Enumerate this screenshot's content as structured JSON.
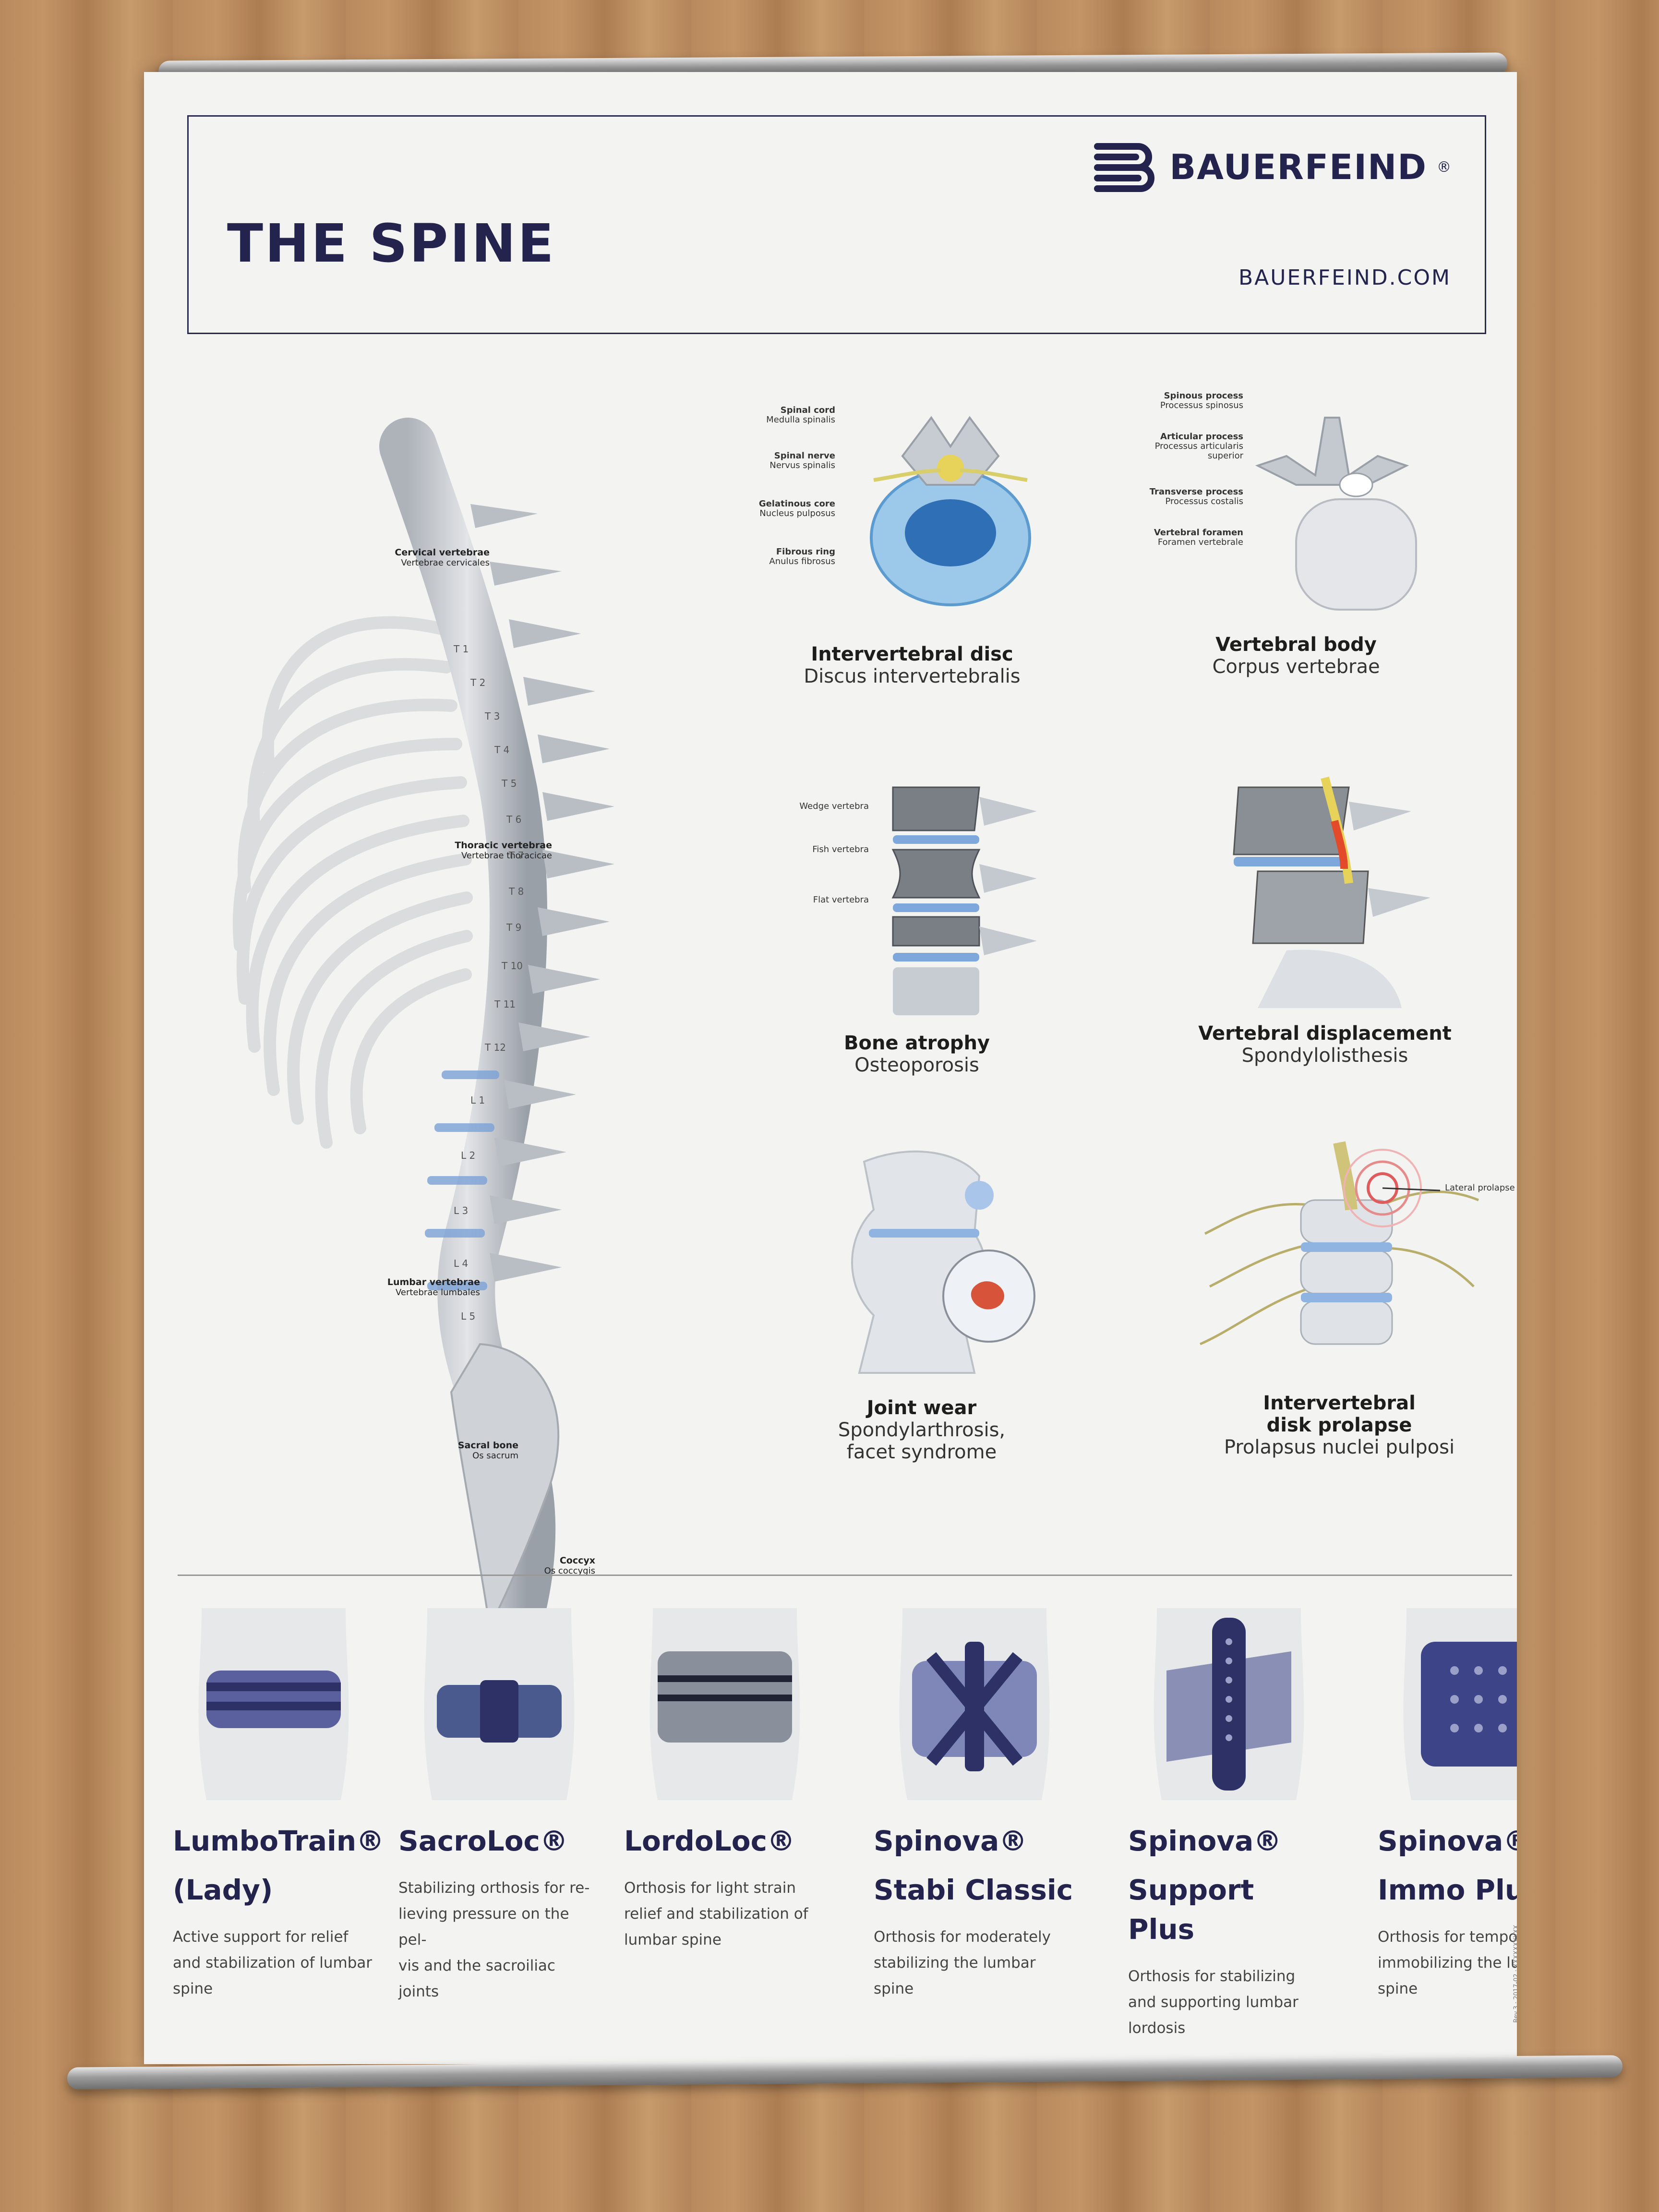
{
  "poster": {
    "title": "THE SPINE",
    "brand": "BAUERFEIND",
    "brand_mark": "®",
    "website": "BAUERFEIND.COM",
    "side_print": "Rev.3 · 2017-02 · XXXXXXXXXX"
  },
  "spine": {
    "labels": [
      {
        "en": "Cervical vertebrae",
        "la": "Vertebrae cervicales"
      },
      {
        "en": "Thoracic vertebrae",
        "la": "Vertebrae thoracicae"
      },
      {
        "en": "Lumbar vertebrae",
        "la": "Vertebrae lumbales"
      },
      {
        "en": "Sacral bone",
        "la": "Os sacrum"
      },
      {
        "en": "Coccyx",
        "la": "Os coccygis"
      }
    ],
    "vertebra_tags": [
      "T 1",
      "T 2",
      "T 3",
      "T 4",
      "T 5",
      "T 6",
      "T 7",
      "T 8",
      "T 9",
      "T 10",
      "T 11",
      "T 12",
      "L 1",
      "L 2",
      "L 3",
      "L 4",
      "L 5"
    ]
  },
  "panels": {
    "disc": {
      "title": "Intervertebral disc",
      "subtitle": "Discus intervertebralis",
      "callouts": [
        {
          "en": "Spinal cord",
          "la": "Medulla spinalis"
        },
        {
          "en": "Spinal nerve",
          "la": "Nervus spinalis"
        },
        {
          "en": "Gelatinous core",
          "la": "Nucleus pulposus"
        },
        {
          "en": "Fibrous ring",
          "la": "Anulus fibrosus"
        }
      ]
    },
    "body": {
      "title": "Vertebral body",
      "subtitle": "Corpus vertebrae",
      "callouts": [
        {
          "en": "Spinous process",
          "la": "Processus spinosus"
        },
        {
          "en": "Articular process",
          "la": "Processus articularis superior"
        },
        {
          "en": "Transverse process",
          "la": "Processus costalis"
        },
        {
          "en": "Vertebral foramen",
          "la": "Foramen vertebrale"
        }
      ]
    },
    "atrophy": {
      "title": "Bone atrophy",
      "subtitle": "Osteoporosis",
      "callouts": [
        "Wedge vertebra",
        "Fish vertebra",
        "Flat vertebra"
      ]
    },
    "displacement": {
      "title": "Vertebral displacement",
      "subtitle": "Spondylolisthesis"
    },
    "joint": {
      "title": "Joint wear",
      "subtitle1": "Spondylarthrosis,",
      "subtitle2": "facet syndrome"
    },
    "prolapse": {
      "title1": "Intervertebral",
      "title2": "disk prolapse",
      "subtitle": "Prolapsus nuclei pulposi",
      "callout": "Lateral prolapse"
    }
  },
  "products": [
    {
      "name1": "LumboTrain®",
      "name2": "(Lady)",
      "desc": [
        "Active support for relief",
        "and stabilization of lumbar",
        "spine"
      ]
    },
    {
      "name1": "SacroLoc®",
      "name2": "",
      "desc": [
        "Stabilizing orthosis for re-",
        "lieving pressure on the pel-",
        "vis and the sacroiliac joints"
      ]
    },
    {
      "name1": "LordoLoc®",
      "name2": "",
      "desc": [
        "Orthosis for light strain",
        "relief and stabilization of",
        "lumbar spine"
      ]
    },
    {
      "name1": "Spinova®",
      "name2": "Stabi Classic",
      "desc": [
        "Orthosis for moderately",
        "stabilizing the lumbar",
        "spine"
      ]
    },
    {
      "name1": "Spinova®",
      "name2": "Support Plus",
      "desc": [
        "Orthosis for stabilizing",
        "and supporting lumbar",
        "lordosis"
      ]
    },
    {
      "name1": "Spinova®",
      "name2": "Immo Plus",
      "desc": [
        "Orthosis for temporarily",
        "immobilizing the lumbar",
        "spine"
      ]
    }
  ],
  "colors": {
    "brand_navy": "#23234d",
    "disc_blue": "#3f86c8",
    "bone": "#c9cdd3",
    "brace_blue": "#3a3f86"
  }
}
